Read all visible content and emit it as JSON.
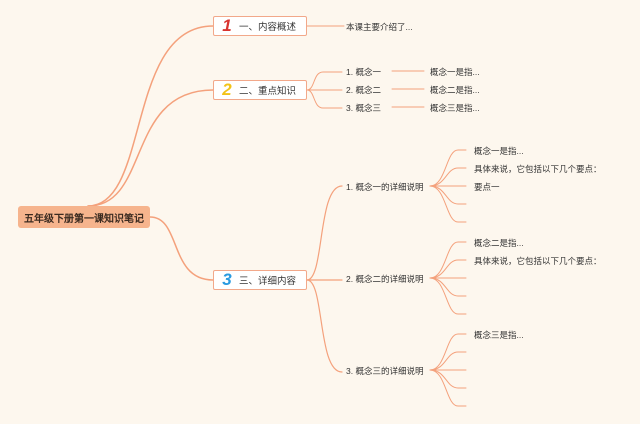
{
  "root": {
    "label": "五年级下册第一课知识笔记"
  },
  "topics": [
    {
      "number": "1",
      "label": "一、内容概述"
    },
    {
      "number": "2",
      "label": "二、重点知识"
    },
    {
      "number": "3",
      "label": "三、详细内容"
    }
  ],
  "overview": {
    "text": "本课主要介绍了..."
  },
  "key_points": [
    {
      "name": "1. 概念一",
      "desc": "概念一是指..."
    },
    {
      "name": "2. 概念二",
      "desc": "概念二是指..."
    },
    {
      "name": "3. 概念三",
      "desc": "概念三是指..."
    }
  ],
  "details": [
    {
      "title": "1. 概念一的详细说明",
      "children": [
        "概念一是指...",
        "具体来说，它包括以下几个要点：",
        "要点一",
        "",
        ""
      ]
    },
    {
      "title": "2. 概念二的详细说明",
      "children": [
        "概念二是指...",
        "具体来说，它包括以下几个要点：",
        "",
        "",
        ""
      ]
    },
    {
      "title": "3. 概念三的详细说明",
      "children": [
        "概念三是指...",
        "",
        "",
        "",
        ""
      ]
    }
  ],
  "colors": {
    "line": "#f4a17c",
    "background": "#fdf7ee",
    "root_fill": "#f6b48d",
    "num1": "#d8342f",
    "num2": "#f2c318",
    "num3": "#2a9be0"
  }
}
